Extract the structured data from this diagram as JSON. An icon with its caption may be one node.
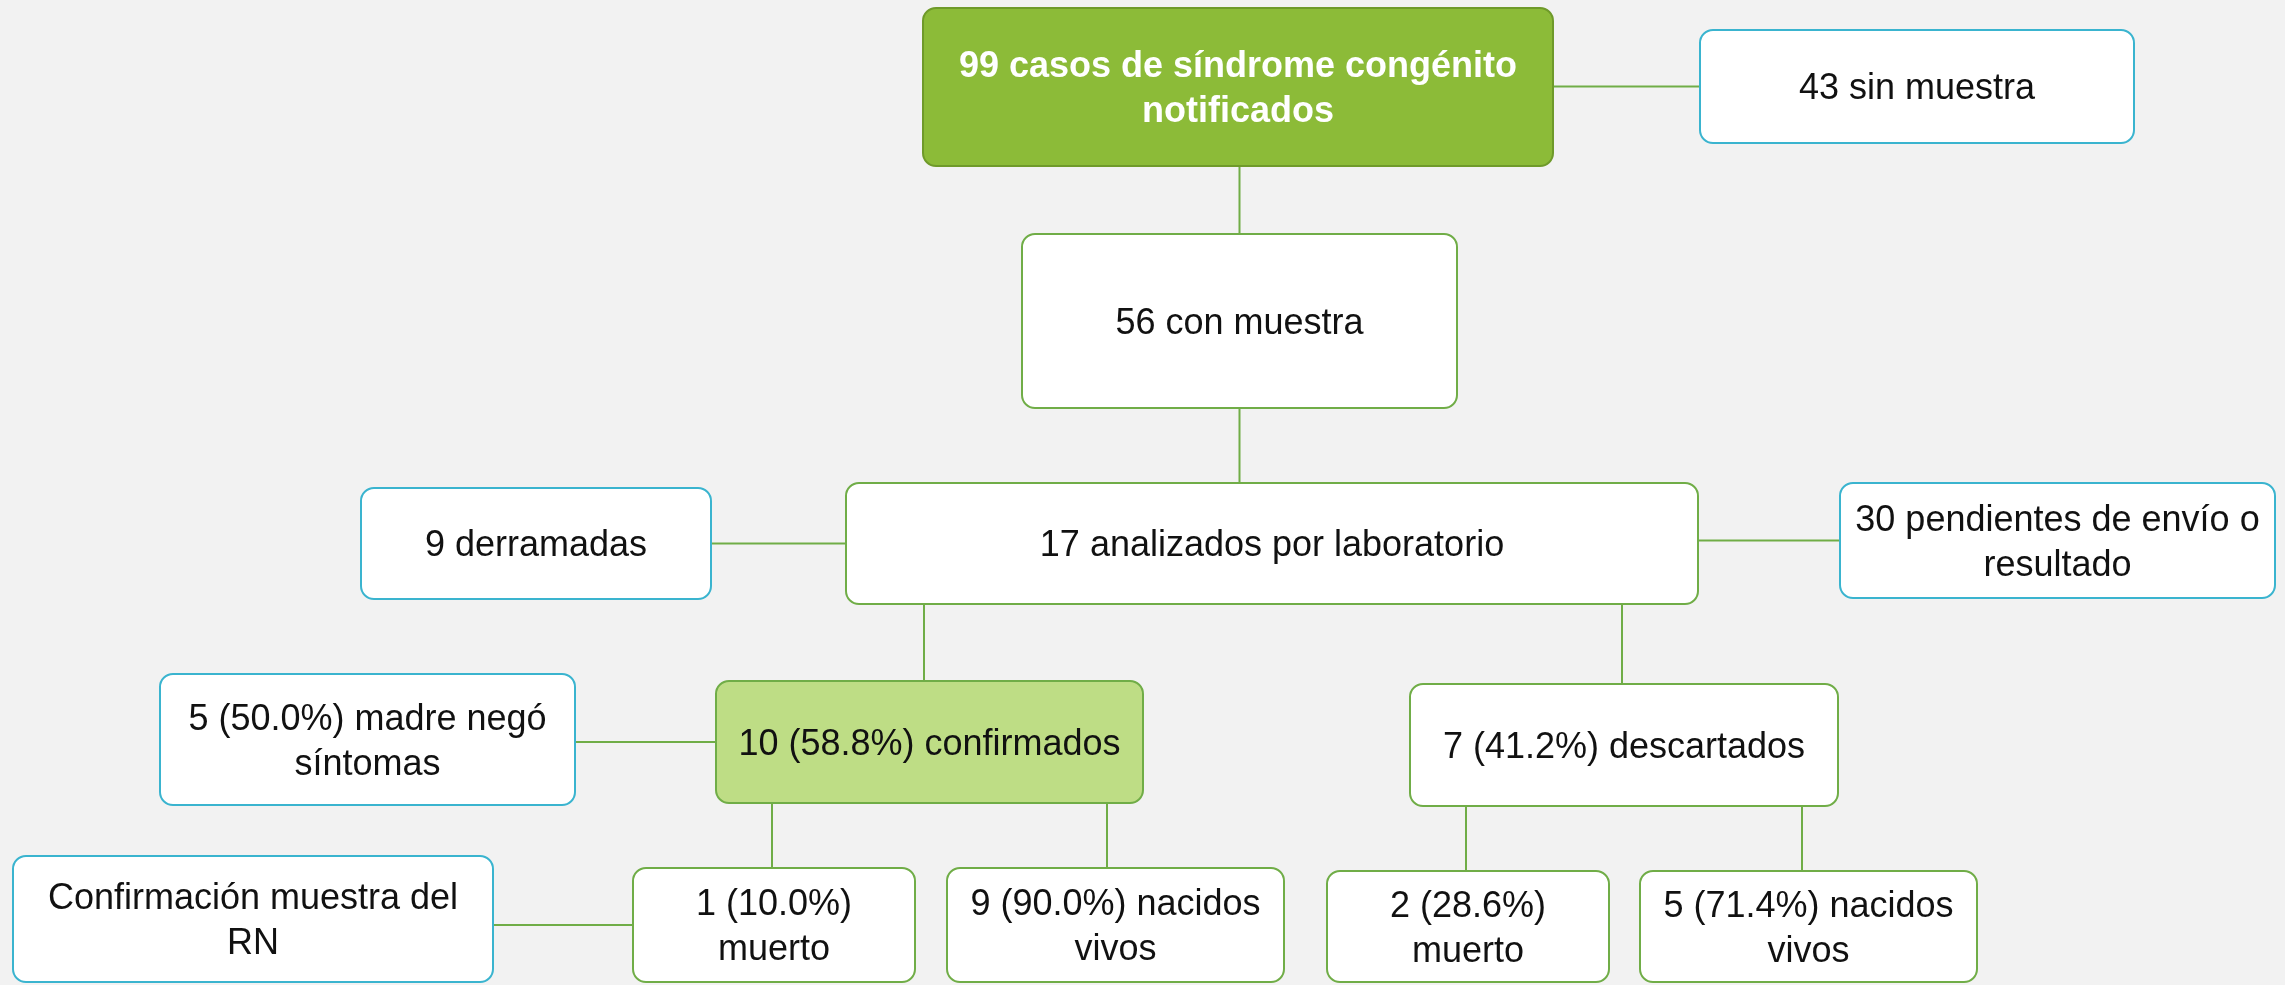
{
  "diagram": {
    "nodes": [
      {
        "text": [
          "99 casos de síndrome congénito notificados"
        ]
      },
      {
        "text": [
          "43 sin muestra"
        ]
      },
      {
        "text": [
          "56 con muestra"
        ]
      },
      {
        "text": [
          "17 analizados por laboratorio"
        ]
      },
      {
        "text": [
          "9 derramadas"
        ]
      },
      {
        "text": [
          "30 pendientes de envío o resultado"
        ]
      },
      {
        "text": [
          "10 (58.8%) confirmados"
        ]
      },
      {
        "text": [
          "7 (41.2%) descartados"
        ]
      },
      {
        "text": [
          "5 (50.0%) madre negó síntomas"
        ]
      },
      {
        "text": [
          "Confirmación muestra del RN"
        ]
      },
      {
        "text": [
          "1 (10.0%) muerto"
        ]
      },
      {
        "text": [
          "9 (90.0%) nacidos vivos"
        ]
      },
      {
        "text": [
          "2 (28.6%) muerto"
        ]
      },
      {
        "text": [
          "5 (71.4%) nacidos vivos"
        ]
      }
    ],
    "edges": [
      {
        "from": 0,
        "to": 1,
        "arrow": "none"
      },
      {
        "from": 0,
        "to": 2,
        "arrow": "none"
      },
      {
        "from": 2,
        "to": 3,
        "arrow": "none"
      },
      {
        "from": 3,
        "to": 4,
        "arrow": "none"
      },
      {
        "from": 3,
        "to": 5,
        "arrow": "none"
      },
      {
        "from": 3,
        "to": 6,
        "arrow": "none"
      },
      {
        "from": 3,
        "to": 7,
        "arrow": "none"
      },
      {
        "from": 6,
        "to": 8,
        "arrow": "none"
      },
      {
        "from": 6,
        "to": 10,
        "arrow": "none"
      },
      {
        "from": 6,
        "to": 11,
        "arrow": "none"
      },
      {
        "from": 7,
        "to": 12,
        "arrow": "none"
      },
      {
        "from": 7,
        "to": 13,
        "arrow": "none"
      },
      {
        "from": 10,
        "to": 9,
        "arrow": "none"
      }
    ]
  }
}
